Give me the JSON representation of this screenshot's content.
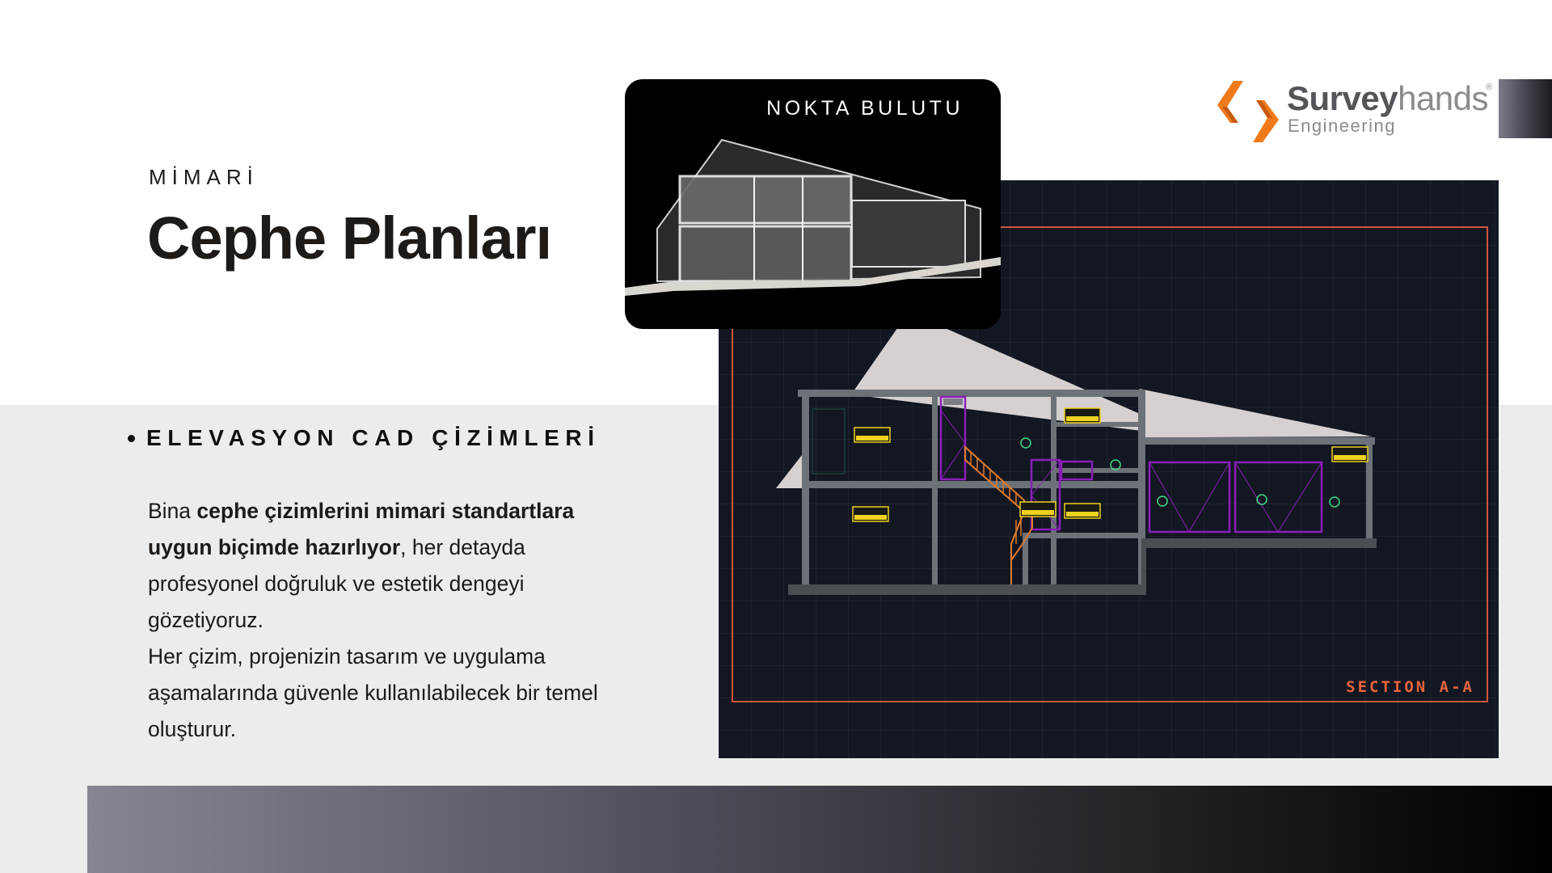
{
  "slide": {
    "eyebrow": "MİMARİ",
    "title": "Cephe Planları",
    "bullet_heading": "ELEVASYON CAD ÇİZİMLERİ",
    "paragraph_1": {
      "prefix": "Bina ",
      "bold": "cephe çizimlerini mimari standartlara uygun biçimde hazırlıyor",
      "suffix": ", her detayda profesyonel doğruluk ve estetik dengeyi gözetiyoruz."
    },
    "paragraph_2": "Her çizim, projenizin tasarım ve uygulama aşamalarında güvenle kullanılabilecek bir temel oluşturur."
  },
  "point_cloud_card": {
    "label": "NOKTA BULUTU",
    "icon": "house-point-cloud-image"
  },
  "cad_drawing": {
    "section_label": "SECTION A-A",
    "icon": "house-section-cad-image",
    "frame_color": "#d2553b",
    "background_color": "#121722"
  },
  "logo": {
    "brand_bold": "Survey",
    "brand_light": "hands",
    "registered": "®",
    "subtitle": "Engineering",
    "icon": "surveyhands-logo-mark",
    "accent_color": "#f07a1a"
  },
  "colors": {
    "text_dark": "#1d1a17",
    "panel_bg": "#ececec",
    "footer_gradient_start": "#878593",
    "footer_gradient_end": "#000000"
  }
}
